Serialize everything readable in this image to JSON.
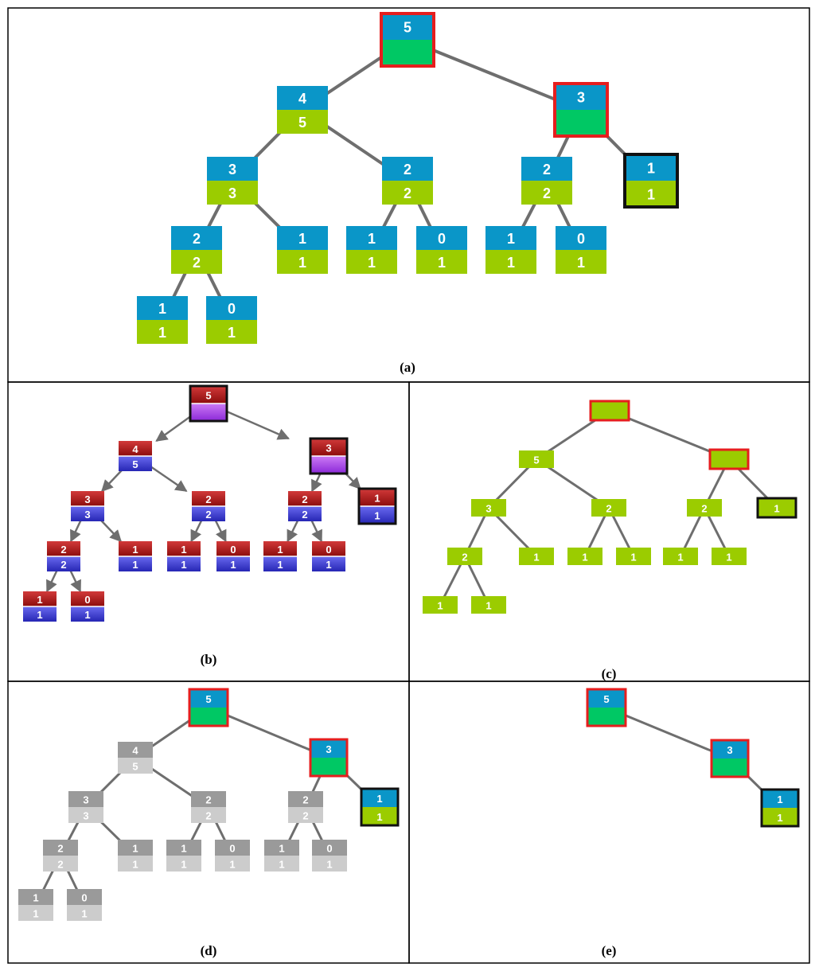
{
  "figure": {
    "panels": [
      {
        "id": "a",
        "caption": "(a)",
        "theme": {
          "top": "#0a96c8",
          "bottom": "#9bcc00",
          "special": "#00c864",
          "highlight": "#e61e1e",
          "selected": "#111111",
          "edge": "#6e6e6e",
          "text": "#ffffff"
        },
        "nodes": [
          {
            "id": "r",
            "top": "5",
            "bottom": "",
            "state": "highlight"
          },
          {
            "id": "n4",
            "top": "4",
            "bottom": "5",
            "state": "normal"
          },
          {
            "id": "n3r",
            "top": "3",
            "bottom": "",
            "state": "highlight"
          },
          {
            "id": "n3",
            "top": "3",
            "bottom": "3",
            "state": "normal"
          },
          {
            "id": "n2m",
            "top": "2",
            "bottom": "2",
            "state": "normal"
          },
          {
            "id": "n2r",
            "top": "2",
            "bottom": "2",
            "state": "normal"
          },
          {
            "id": "n1r",
            "top": "1",
            "bottom": "1",
            "state": "selected"
          },
          {
            "id": "n2l",
            "top": "2",
            "bottom": "2",
            "state": "normal"
          },
          {
            "id": "l1a",
            "top": "1",
            "bottom": "1",
            "state": "normal"
          },
          {
            "id": "l1b",
            "top": "1",
            "bottom": "1",
            "state": "normal"
          },
          {
            "id": "l0b",
            "top": "0",
            "bottom": "1",
            "state": "normal"
          },
          {
            "id": "l1c",
            "top": "1",
            "bottom": "1",
            "state": "normal"
          },
          {
            "id": "l0c",
            "top": "0",
            "bottom": "1",
            "state": "normal"
          },
          {
            "id": "l1d",
            "top": "1",
            "bottom": "1",
            "state": "normal"
          },
          {
            "id": "l0d",
            "top": "0",
            "bottom": "1",
            "state": "normal"
          }
        ]
      },
      {
        "id": "b",
        "caption": "(b)",
        "theme": {
          "top": "#b01818",
          "bottom": "#3c3cd2",
          "special": "#a040e0",
          "highlight": "#111111",
          "selected": "#111111",
          "edge": "#6e6e6e",
          "text": "#ffffff"
        },
        "nodes": [
          {
            "id": "r",
            "top": "5",
            "bottom": "",
            "state": "selected"
          },
          {
            "id": "n4",
            "top": "4",
            "bottom": "5",
            "state": "normal"
          },
          {
            "id": "n3r",
            "top": "3",
            "bottom": "",
            "state": "selected"
          },
          {
            "id": "n3",
            "top": "3",
            "bottom": "3",
            "state": "normal"
          },
          {
            "id": "n2m",
            "top": "2",
            "bottom": "2",
            "state": "normal"
          },
          {
            "id": "n2r",
            "top": "2",
            "bottom": "2",
            "state": "normal"
          },
          {
            "id": "n1r",
            "top": "1",
            "bottom": "1",
            "state": "selected"
          },
          {
            "id": "n2l",
            "top": "2",
            "bottom": "2",
            "state": "normal"
          },
          {
            "id": "l1a",
            "top": "1",
            "bottom": "1",
            "state": "normal"
          },
          {
            "id": "l1b",
            "top": "1",
            "bottom": "1",
            "state": "normal"
          },
          {
            "id": "l0b",
            "top": "0",
            "bottom": "1",
            "state": "normal"
          },
          {
            "id": "l1c",
            "top": "1",
            "bottom": "1",
            "state": "normal"
          },
          {
            "id": "l0c",
            "top": "0",
            "bottom": "1",
            "state": "normal"
          },
          {
            "id": "l1d",
            "top": "1",
            "bottom": "1",
            "state": "normal"
          },
          {
            "id": "l0d",
            "top": "0",
            "bottom": "1",
            "state": "normal"
          }
        ]
      },
      {
        "id": "c",
        "caption": "(c)",
        "theme": {
          "top": "#9bcc00",
          "bottom": "#9bcc00",
          "special": "#9bcc00",
          "highlight": "#e61e1e",
          "selected": "#111111",
          "edge": "#6e6e6e",
          "text": "#ffffff"
        },
        "nodes": [
          {
            "id": "r",
            "top": "",
            "state": "highlight"
          },
          {
            "id": "n4",
            "top": "5",
            "state": "normal"
          },
          {
            "id": "n3r",
            "top": "",
            "state": "highlight"
          },
          {
            "id": "n3",
            "top": "3",
            "state": "normal"
          },
          {
            "id": "n2m",
            "top": "2",
            "state": "normal"
          },
          {
            "id": "n2r",
            "top": "2",
            "state": "normal"
          },
          {
            "id": "n1r",
            "top": "1",
            "state": "selected"
          },
          {
            "id": "n2l",
            "top": "2",
            "state": "normal"
          },
          {
            "id": "l1a",
            "top": "1",
            "state": "normal"
          },
          {
            "id": "l1b",
            "top": "1",
            "state": "normal"
          },
          {
            "id": "l0b",
            "top": "1",
            "state": "normal"
          },
          {
            "id": "l1c",
            "top": "1",
            "state": "normal"
          },
          {
            "id": "l0c",
            "top": "1",
            "state": "normal"
          },
          {
            "id": "l1d",
            "top": "1",
            "state": "normal"
          },
          {
            "id": "l0d",
            "top": "1",
            "state": "normal"
          }
        ]
      },
      {
        "id": "d",
        "caption": "(d)",
        "theme": {
          "top": "#0a96c8",
          "bottom": "#00c864",
          "special": "#00c864",
          "highlight": "#e61e1e",
          "selected": "#111111",
          "edge": "#6e6e6e",
          "text": "#ffffff",
          "dimTop": "#9a9a9a",
          "dimBottom": "#cccccc",
          "selBottom": "#9bcc00"
        },
        "nodes": [
          {
            "id": "r",
            "top": "5",
            "bottom": "",
            "state": "highlight"
          },
          {
            "id": "n4",
            "top": "4",
            "bottom": "5",
            "state": "dim"
          },
          {
            "id": "n3r",
            "top": "3",
            "bottom": "",
            "state": "highlight"
          },
          {
            "id": "n3",
            "top": "3",
            "bottom": "3",
            "state": "dim"
          },
          {
            "id": "n2m",
            "top": "2",
            "bottom": "2",
            "state": "dim"
          },
          {
            "id": "n2r",
            "top": "2",
            "bottom": "2",
            "state": "dim"
          },
          {
            "id": "n1r",
            "top": "1",
            "bottom": "1",
            "state": "selected"
          },
          {
            "id": "n2l",
            "top": "2",
            "bottom": "2",
            "state": "dim"
          },
          {
            "id": "l1a",
            "top": "1",
            "bottom": "1",
            "state": "dim"
          },
          {
            "id": "l1b",
            "top": "1",
            "bottom": "1",
            "state": "dim"
          },
          {
            "id": "l0b",
            "top": "0",
            "bottom": "1",
            "state": "dim"
          },
          {
            "id": "l1c",
            "top": "1",
            "bottom": "1",
            "state": "dim"
          },
          {
            "id": "l0c",
            "top": "0",
            "bottom": "1",
            "state": "dim"
          },
          {
            "id": "l1d",
            "top": "1",
            "bottom": "1",
            "state": "dim"
          },
          {
            "id": "l0d",
            "top": "0",
            "bottom": "1",
            "state": "dim"
          }
        ]
      },
      {
        "id": "e",
        "caption": "(e)",
        "theme": {
          "top": "#0a96c8",
          "bottom": "#00c864",
          "special": "#00c864",
          "highlight": "#e61e1e",
          "selected": "#111111",
          "edge": "#6e6e6e",
          "text": "#ffffff",
          "selBottom": "#9bcc00"
        },
        "nodes": [
          {
            "id": "r",
            "top": "5",
            "bottom": "",
            "state": "highlight"
          },
          {
            "id": "n3r",
            "top": "3",
            "bottom": "",
            "state": "highlight"
          },
          {
            "id": "n1r",
            "top": "1",
            "bottom": "1",
            "state": "selected"
          }
        ]
      }
    ],
    "edges": [
      [
        "r",
        "n4"
      ],
      [
        "r",
        "n3r"
      ],
      [
        "n4",
        "n3"
      ],
      [
        "n4",
        "n2m"
      ],
      [
        "n3r",
        "n2r"
      ],
      [
        "n3r",
        "n1r"
      ],
      [
        "n3",
        "n2l"
      ],
      [
        "n3",
        "l1a"
      ],
      [
        "n2m",
        "l1b"
      ],
      [
        "n2m",
        "l0b"
      ],
      [
        "n2r",
        "l1c"
      ],
      [
        "n2r",
        "l0c"
      ],
      [
        "n2l",
        "l1d"
      ],
      [
        "n2l",
        "l0d"
      ]
    ]
  }
}
